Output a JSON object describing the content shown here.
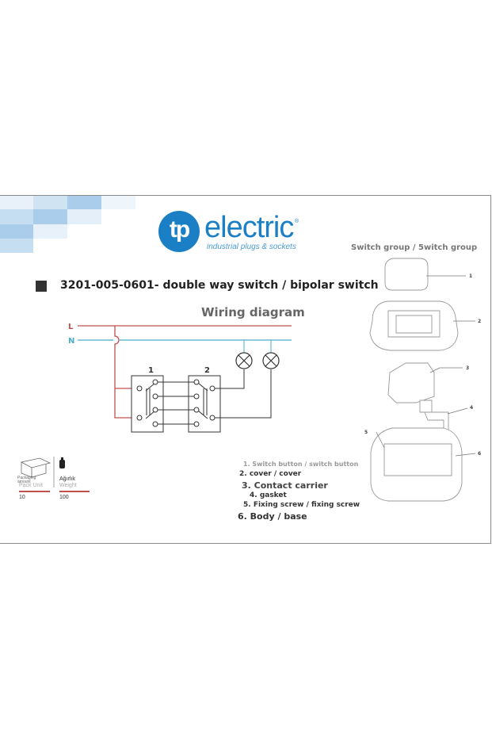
{
  "brand": {
    "logo_mark": "tp",
    "logo_word": "electric",
    "registered": "®",
    "tagline": "industrial plugs & sockets",
    "color": "#1a7fc4"
  },
  "product_title": "3201-005-0601- double way switch / bipolar switch",
  "wiring": {
    "heading": "Wiring diagram",
    "line_L": "L",
    "line_N": "N",
    "switch_1": "1",
    "switch_2": "2",
    "colors": {
      "L": "#c0504d",
      "N": "#4bacc6",
      "wire": "#333333"
    }
  },
  "exploded_view": {
    "heading": "Switch group / 5witch group",
    "callouts": [
      "1",
      "2",
      "3",
      "4",
      "5",
      "6"
    ]
  },
  "parts_list": [
    "1. Switch button / switch button",
    "2.  cover / cover",
    "3. Contact carrier",
    "4.  gasket",
    "5. Fixing screw / fixing screw",
    "6. Body / base"
  ],
  "packaging": {
    "icon_caption": "Packaging amount",
    "pack_unit_label": "Pack Unit",
    "pack_unit_value": "10",
    "weight_caption": "Ağırlık",
    "weight_label": "Weight",
    "weight_value": "100",
    "accent": "#c0504d"
  }
}
